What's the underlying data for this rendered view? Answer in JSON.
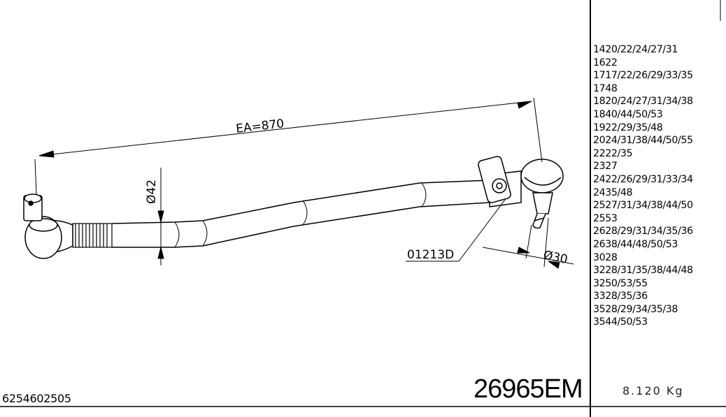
{
  "drawing": {
    "dimension_length": "EA=870",
    "dimension_tube_diameter": "Ø42",
    "dimension_pin_diameter": "Ø30",
    "component_ref": "01213D"
  },
  "applications": [
    "1420/22/24/27/31",
    "1622",
    "1717/22/26/29/33/35",
    "1748",
    "1820/24/27/31/34/38",
    "1840/44/50/53",
    "1922/29/35/48",
    "2024/31/38/44/50/55",
    "2222/35",
    "2327",
    "2422/26/29/31/33/34",
    "2435/48",
    "2527/31/34/38/44/50",
    "2553",
    "2628/29/31/34/35/36",
    "2638/44/48/50/53",
    "3028",
    "3228/31/35/38/44/48",
    "3250/53/55",
    "3328/35/36",
    "3528/29/34/35/38",
    "3544/50/53"
  ],
  "part_number": "26965EM",
  "weight": "8.120 Kg",
  "oe_number": "6254602505"
}
